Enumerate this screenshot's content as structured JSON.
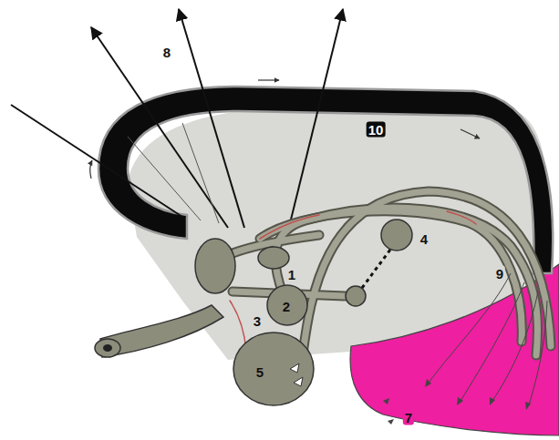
{
  "diagram": {
    "labels": [
      "8",
      "10",
      "1",
      "4",
      "9",
      "2",
      "3",
      "5",
      "7"
    ]
  }
}
